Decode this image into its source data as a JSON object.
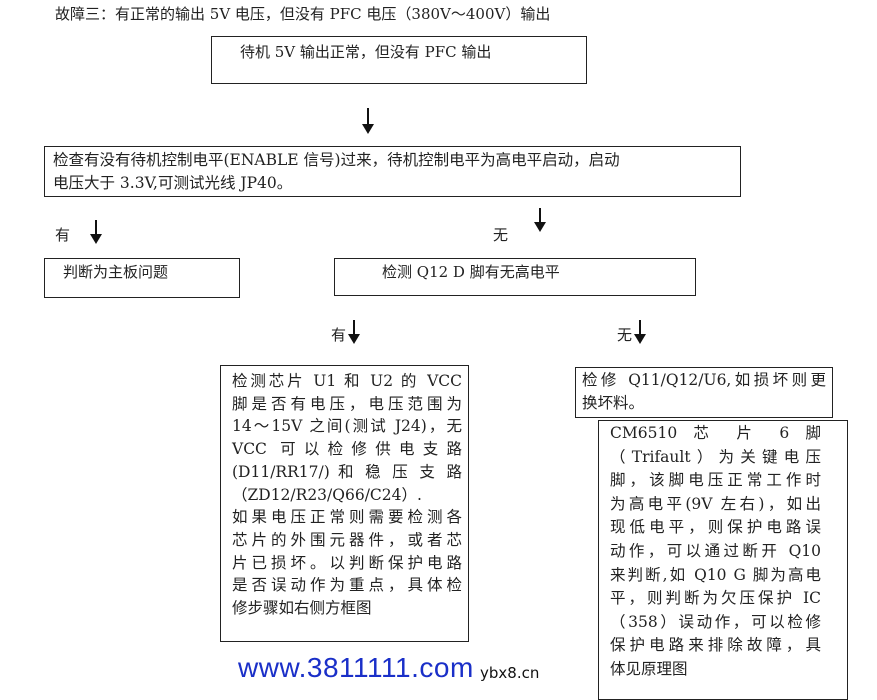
{
  "title": "故障三：有正常的输出 5V 电压，但没有 PFC 电压（380V～400V）输出",
  "box_start": "待机 5V 输出正常，但没有 PFC 输出",
  "box_enable": [
    "检查有没有待机控制电平(ENABLE 信号)过来，待机控制电平为高电平启动，启动",
    "电压大于 3.3V,可测试光线 JP40。"
  ],
  "label_yes": "有",
  "label_no": "无",
  "box_mainboard": "判断为主板问题",
  "box_q12": "检测 Q12 D 脚有无高电平",
  "box_vcc": [
    "检测芯片 U1 和 U2  的 VCC",
    "脚是否有电压，电压范围为",
    "14～15V 之间(测试 J24)，无",
    "VCC 可以检修供电支路",
    "(D11/RR17/) 和 稳 压 支 路",
    "（ZD12/R23/Q66/C24）.",
    "如果电压正常则需要检测各",
    "芯片的外围元器件，或者芯",
    "片已损坏。以判断保护电路",
    "是否误动作为重点，具体检",
    "修步骤如右侧方框图"
  ],
  "box_repair": [
    "检修 Q11/Q12/U6,如损坏则更",
    "换坏料。"
  ],
  "box_cm6510": [
    "CM6510  芯 片  6  脚",
    "（Trifault）为关键电压",
    "脚，该脚电压正常工作时",
    "为高电平(9V 左右)，如出",
    "现低电平，则保护电路误",
    "动作，可以通过断开 Q10",
    "来判断,如 Q10 G 脚为高电",
    "平，则判断为欠压保护 IC",
    "（358）误动作，可以检修",
    "保护电路来排除故障，具",
    "体见原理图"
  ],
  "watermark_small": "ybx8.cn",
  "watermark_large": "www.3811111.com",
  "watermark_color": "#1a2fc8"
}
